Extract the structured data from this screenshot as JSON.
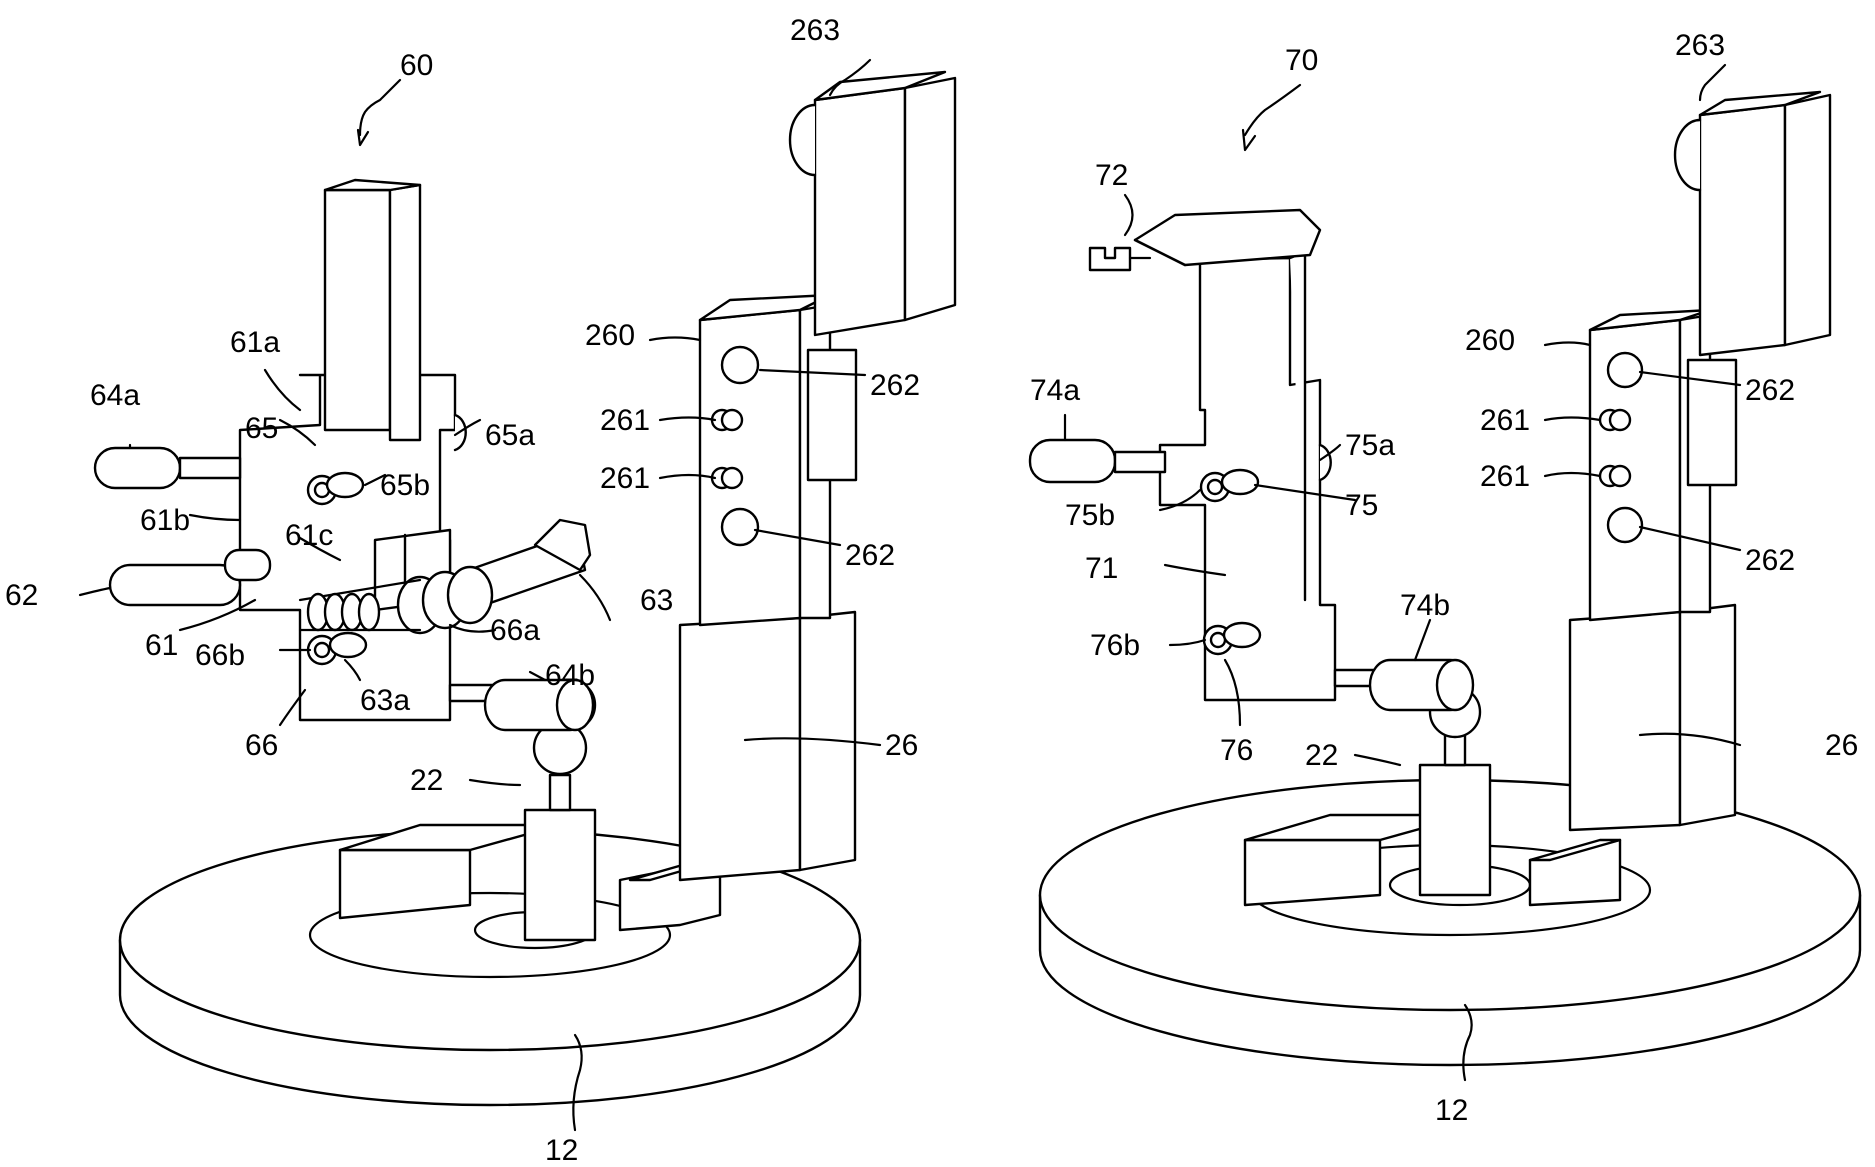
{
  "figure_left": {
    "ref": "60",
    "labels": {
      "l263": "263",
      "l260": "260",
      "l262a": "262",
      "l262b": "262",
      "l261a": "261",
      "l261b": "261",
      "l61a": "61a",
      "l64a": "64a",
      "l65": "65",
      "l65a": "65a",
      "l65b": "65b",
      "l61b": "61b",
      "l61c": "61c",
      "l62": "62",
      "l61": "61",
      "l63": "63",
      "l66a": "66a",
      "l66b": "66b",
      "l63a": "63a",
      "l64b": "64b",
      "l66": "66",
      "l22": "22",
      "l26": "26",
      "l12": "12"
    }
  },
  "figure_right": {
    "ref": "70",
    "labels": {
      "l263": "263",
      "l72": "72",
      "l260": "260",
      "l262a": "262",
      "l262b": "262",
      "l261a": "261",
      "l261b": "261",
      "l74a": "74a",
      "l75a": "75a",
      "l75b": "75b",
      "l75": "75",
      "l71": "71",
      "l74b": "74b",
      "l76b": "76b",
      "l76": "76",
      "l22": "22",
      "l26": "26",
      "l12": "12"
    }
  }
}
